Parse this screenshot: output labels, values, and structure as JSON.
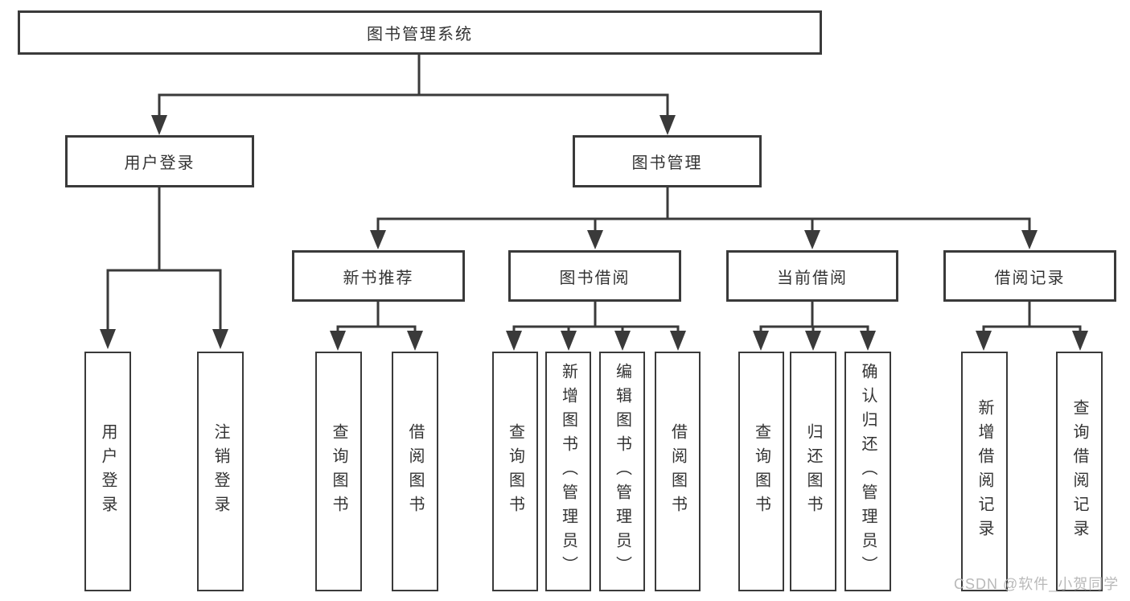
{
  "diagram": {
    "type": "hierarchy-tree",
    "colors": {
      "line": "#3a3a3a",
      "box_border": "#3a3a3a",
      "box_fill": "#ffffff",
      "text": "#333333",
      "watermark": "#b9b9b9",
      "background": "#ffffff"
    },
    "tree": {
      "root": {
        "label": "图书管理系统",
        "children": [
          {
            "label": "用户登录",
            "children": [
              {
                "label": "用户登录"
              },
              {
                "label": "注销登录"
              }
            ]
          },
          {
            "label": "图书管理",
            "children": [
              {
                "label": "新书推荐",
                "children": [
                  {
                    "label": "查询图书"
                  },
                  {
                    "label": "借阅图书"
                  }
                ]
              },
              {
                "label": "图书借阅",
                "children": [
                  {
                    "label": "查询图书"
                  },
                  {
                    "label": "新增图书（管理员）"
                  },
                  {
                    "label": "编辑图书（管理员）"
                  },
                  {
                    "label": "借阅图书"
                  }
                ]
              },
              {
                "label": "当前借阅",
                "children": [
                  {
                    "label": "查询图书"
                  },
                  {
                    "label": "归还图书"
                  },
                  {
                    "label": "确认归还（管理员）"
                  }
                ]
              },
              {
                "label": "借阅记录",
                "children": [
                  {
                    "label": "新增借阅记录"
                  },
                  {
                    "label": "查询借阅记录"
                  }
                ]
              }
            ]
          }
        ]
      }
    },
    "watermark": {
      "text": "CSDN @软件_小贺同学"
    }
  }
}
